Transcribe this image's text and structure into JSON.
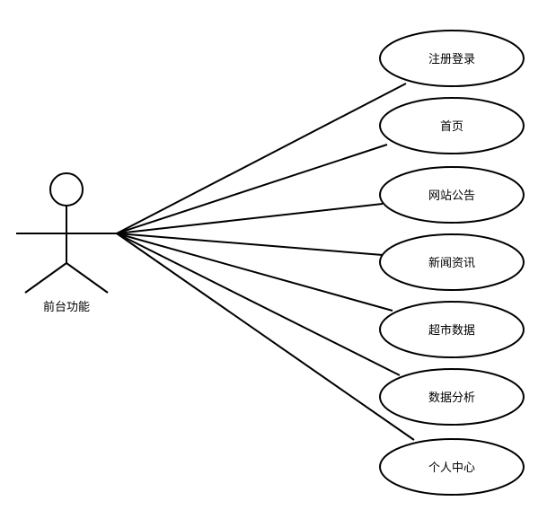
{
  "actor": {
    "label": "前台功能"
  },
  "use_cases": [
    {
      "label": "注册登录"
    },
    {
      "label": "首页"
    },
    {
      "label": "网站公告"
    },
    {
      "label": "新闻资讯"
    },
    {
      "label": "超市数据"
    },
    {
      "label": "数据分析"
    },
    {
      "label": "个人中心"
    }
  ],
  "colors": {
    "stroke": "#000000",
    "fill": "#ffffff",
    "text": "#000000"
  }
}
